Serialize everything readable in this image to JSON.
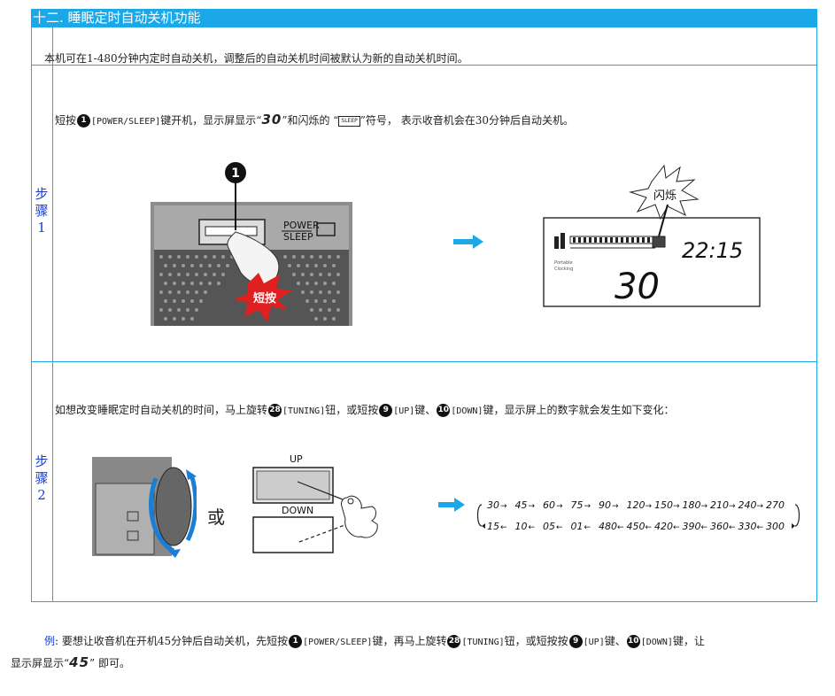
{
  "header": {
    "title": "十二. 睡眠定时自动关机功能"
  },
  "intro": "本机可在1-480分钟内定时自动关机，调整后的自动关机时间被默认为新的自动关机时间。",
  "step1": {
    "label_a": "步",
    "label_b": "骤",
    "label_c": "1",
    "text_a": "短按",
    "num1": "1",
    "text_b": "[POWER/SLEEP]",
    "text_c": "键开机，显示屏显示“",
    "seg": "30",
    "text_d": "”和闪烁的 “",
    "sleep_icon": "SLEEP",
    "text_e": "”符号， 表示收音机会在30分钟后自动关机。",
    "radio": {
      "btn_line1": "POWER",
      "btn_line2": "SLEEP",
      "marker": "1",
      "burst": "短按"
    },
    "lcd": {
      "time": "22:15",
      "value": "30",
      "flash": "闪烁",
      "small1": "Portable",
      "small2": "Clocking"
    }
  },
  "step2": {
    "label_a": "步",
    "label_b": "骤",
    "label_c": "2",
    "text_a": "如想改变睡眠定时自动关机的时间，马上旋转",
    "num28": "28",
    "text_b": "[TUNING]",
    "text_c": "钮，或短按",
    "num9": "9",
    "text_d": "[UP]",
    "text_e": "键、",
    "num10": "10",
    "text_f": "[DOWN]",
    "text_g": "键，显示屏上的数字就会发生如下变化：",
    "or": "或",
    "up_label": "UP",
    "down_label": "DOWN",
    "seq_top": [
      "30",
      "45",
      "60",
      "75",
      "90",
      "120",
      "150",
      "180",
      "210",
      "240",
      "270"
    ],
    "seq_bottom": [
      "15",
      "10",
      "05",
      "01",
      "480",
      "450",
      "420",
      "390",
      "360",
      "330",
      "300"
    ]
  },
  "example": {
    "lead": "例",
    "t1": ": 要想让收音机在开机45分钟后自动关机，先短按",
    "n1": "1",
    "t2": "[POWER/SLEEP]",
    "t3": "键，再马上旋转",
    "n28": "28",
    "t4": "[TUNING]",
    "t5": "钮，或短按按",
    "n9": "9",
    "t6": "[UP]",
    "t7": "键、",
    "n10": "10",
    "t8": "[DOWN]",
    "t9": "键，让",
    "t10": "显示屏显示“",
    "seg": "45",
    "t11": "” 即可。"
  }
}
